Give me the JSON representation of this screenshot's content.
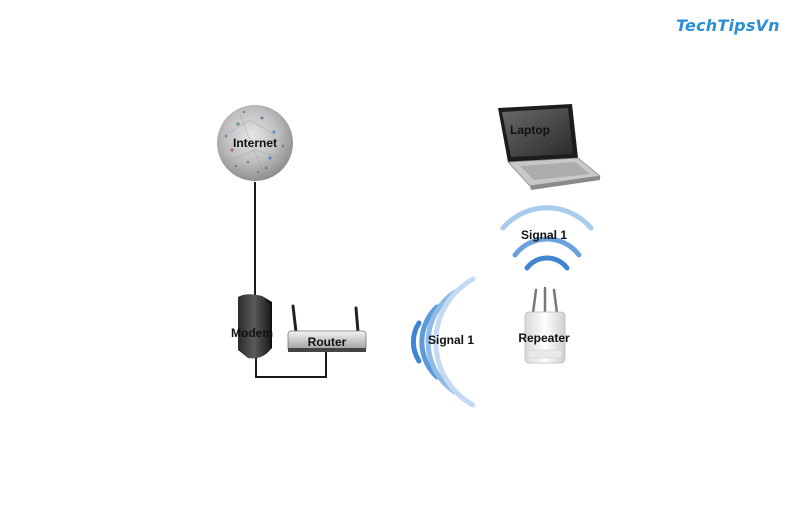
{
  "brand": {
    "name": "TechTipsVn",
    "color": "#2a8fd6"
  },
  "nodes": {
    "internet": "Internet",
    "modem": "Modem",
    "router": "Router",
    "laptop": "Laptop",
    "repeater": "Repeater"
  },
  "signals": {
    "router_signal": "Signal 1",
    "repeater_signal": "Signal 1"
  },
  "colors": {
    "wifi_blue": "#3f86cf",
    "wifi_light": "#c3daf2",
    "line": "#1a1a1a"
  }
}
